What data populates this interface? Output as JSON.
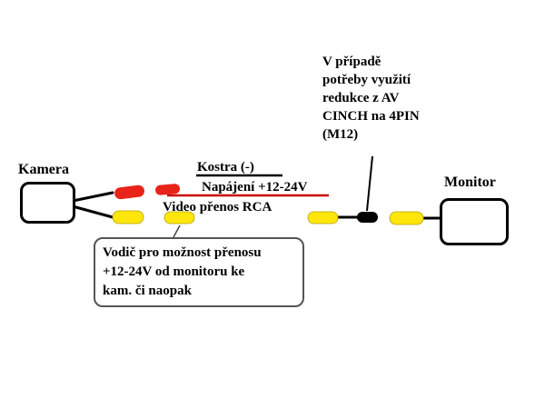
{
  "diagram": {
    "camera": {
      "label": "Kamera"
    },
    "monitor": {
      "label": "Monitor"
    },
    "wire_labels": {
      "ground": "Kostra (-)",
      "power": "Napájení +12-24V",
      "video": "Video přenos RCA"
    },
    "note": {
      "lines": [
        "V případě",
        "potřeby využití",
        "redukce z AV",
        "CINCH na 4PIN",
        "(M12)"
      ]
    },
    "callout": {
      "lines": [
        "Vodič pro možnost přenosu",
        "+12-24V od monitoru ke",
        "kam. či naopak"
      ]
    },
    "colors": {
      "rca_red": "#e8231a",
      "rca_yellow": "#ffe60a",
      "rca_black": "#000000",
      "wire": "#000000",
      "power_line": "#cc0000"
    }
  }
}
